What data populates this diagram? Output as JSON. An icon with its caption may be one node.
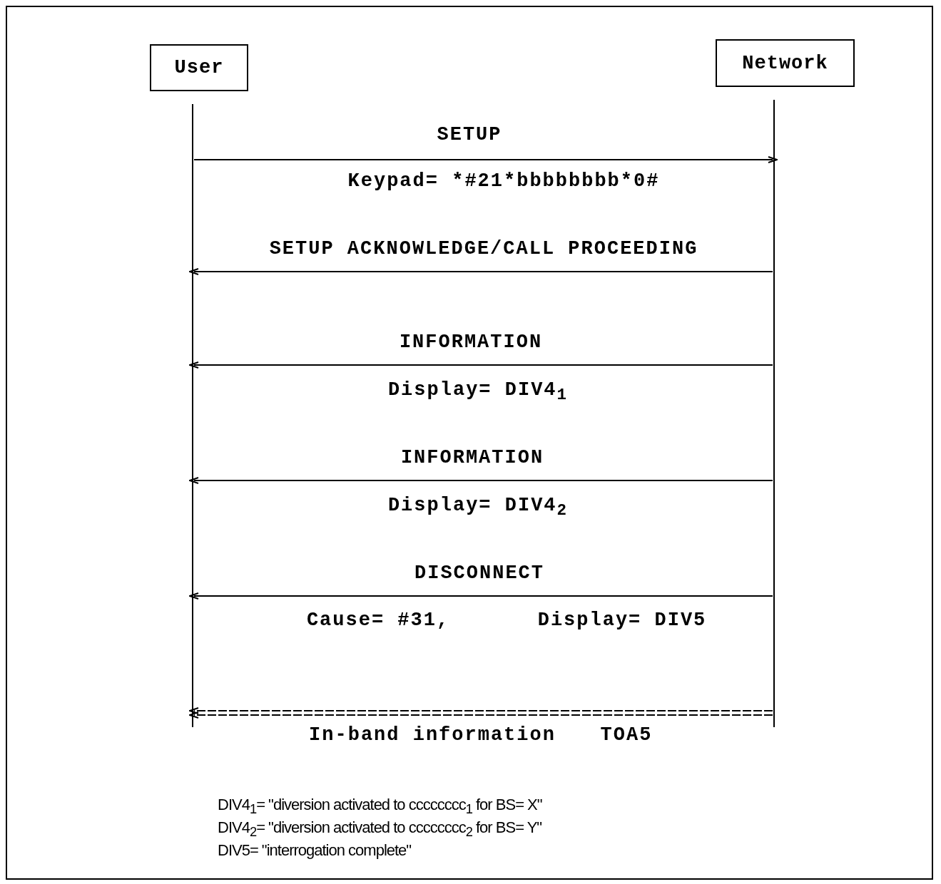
{
  "diagram": {
    "nodes": [
      {
        "text": [
          "User"
        ]
      },
      {
        "text": [
          "Network"
        ]
      }
    ],
    "edges": [
      {
        "from": 0,
        "to": 1,
        "arrow": "to",
        "label": "SETUP"
      },
      {
        "from": 1,
        "to": 0,
        "arrow": "to",
        "label": "SETUP ACKNOWLEDGE/CALL PROCEEDING"
      },
      {
        "from": 1,
        "to": 0,
        "arrow": "to",
        "label": "INFORMATION"
      },
      {
        "from": 1,
        "to": 0,
        "arrow": "to",
        "label": "INFORMATION"
      },
      {
        "from": 1,
        "to": 0,
        "arrow": "to",
        "label": "DISCONNECT"
      },
      {
        "from": 1,
        "to": 0,
        "arrow": "to",
        "style": "dashed"
      }
    ],
    "labels": [
      "Keypad= *#21*bbbbbbbb*0#",
      "Display= DIV4$_{1}$",
      "Display= DIV4$_{2}$",
      "Cause= #31,",
      "Display= DIV5",
      "In-band information",
      "TOA5",
      "DIV4$_{1}$= \"diversion activated to cccccccc$_{1}$ for BS= X\"",
      "DIV4$_{2}$= \"diversion activated to cccccccc$_{2}$ for BS= Y\"",
      "DIV5=  \"interrogation complete\""
    ]
  }
}
